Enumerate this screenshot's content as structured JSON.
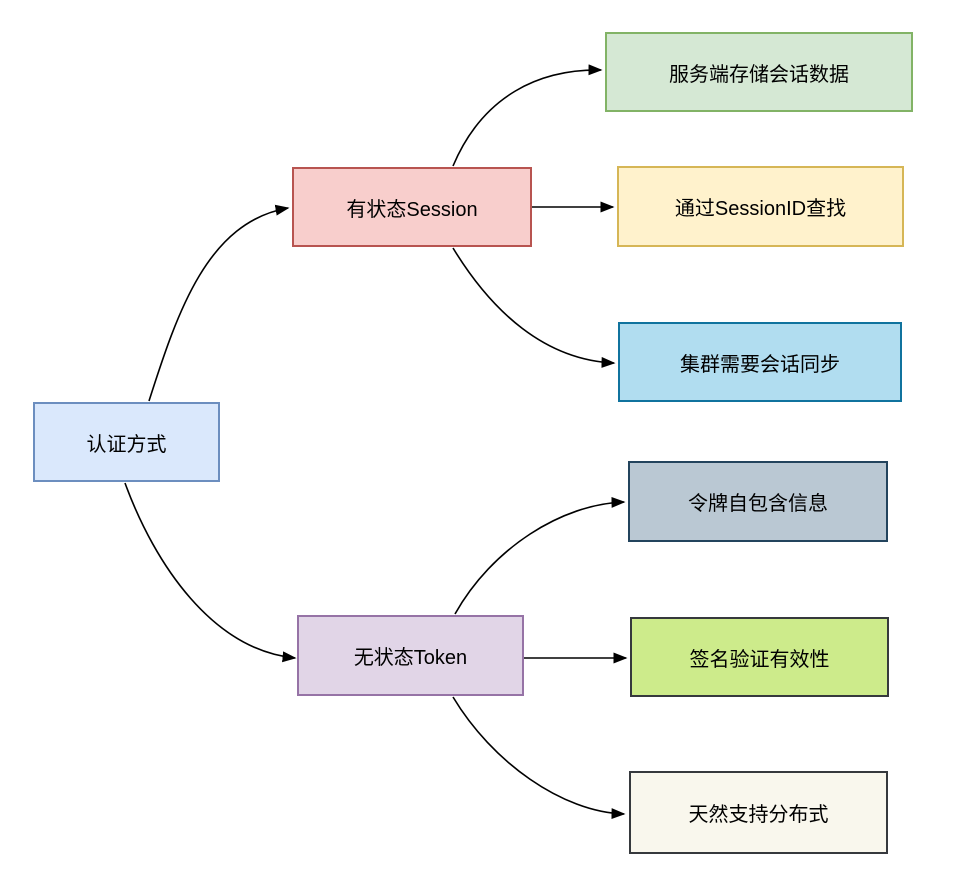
{
  "app": {
    "background": "#FFFFFF",
    "edge_color": "#000000"
  },
  "diagram": {
    "root": {
      "label": "认证方式",
      "fill": "#DAE8FC",
      "border": "#6C8EBF"
    },
    "branches": [
      {
        "label": "有状态Session",
        "fill": "#F8CECC",
        "border": "#B85450",
        "children": [
          {
            "label": "服务端存储会话数据",
            "fill": "#D5E8D4",
            "border": "#82B366"
          },
          {
            "label": "通过SessionID查找",
            "fill": "#FFF2CC",
            "border": "#D6B656"
          },
          {
            "label": "集群需要会话同步",
            "fill": "#B1DDF0",
            "border": "#10739E"
          }
        ]
      },
      {
        "label": "无状态Token",
        "fill": "#E1D5E7",
        "border": "#9673A6",
        "children": [
          {
            "label": "令牌自包含信息",
            "fill": "#BAC8D3",
            "border": "#23445D"
          },
          {
            "label": "签名验证有效性",
            "fill": "#CDEB8B",
            "border": "#36393D"
          },
          {
            "label": "天然支持分布式",
            "fill": "#F9F7ED",
            "border": "#36393D"
          }
        ]
      }
    ],
    "edges": [
      {
        "from": "认证方式",
        "to": "有状态Session"
      },
      {
        "from": "认证方式",
        "to": "无状态Token"
      },
      {
        "from": "有状态Session",
        "to": "服务端存储会话数据"
      },
      {
        "from": "有状态Session",
        "to": "通过SessionID查找"
      },
      {
        "from": "有状态Session",
        "to": "集群需要会话同步"
      },
      {
        "from": "无状态Token",
        "to": "令牌自包含信息"
      },
      {
        "from": "无状态Token",
        "to": "签名验证有效性"
      },
      {
        "from": "无状态Token",
        "to": "天然支持分布式"
      }
    ]
  }
}
